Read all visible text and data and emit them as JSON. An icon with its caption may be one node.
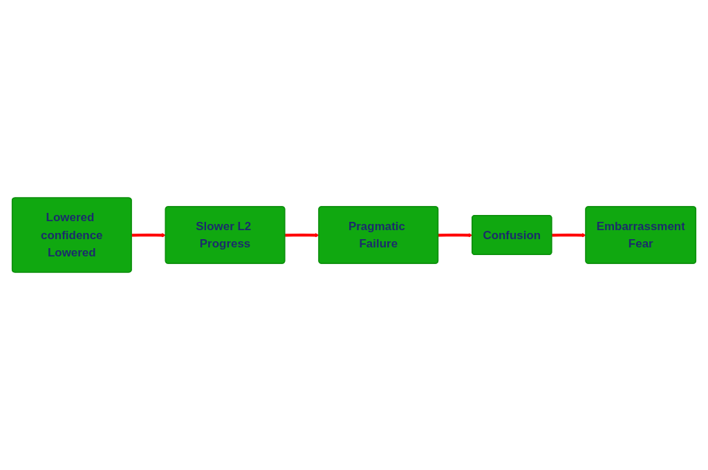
{
  "diagram": {
    "nodes": [
      {
        "text": [
          "Pragmatic Failure"
        ]
      },
      {
        "text": [
          "Slower L2 Progress"
        ]
      },
      {
        "text": [
          "Confusion"
        ]
      },
      {
        "text": [
          "Lowered confidence",
          "Lowered"
        ]
      },
      {
        "text": [
          "Embarrassment",
          "Fear"
        ]
      }
    ],
    "edges": [
      {
        "from": 1,
        "to": 0,
        "arrow": "to"
      },
      {
        "from": 0,
        "to": 2,
        "arrow": "to"
      },
      {
        "from": 2,
        "to": 4,
        "arrow": "to"
      },
      {
        "from": 3,
        "to": 1,
        "arrow": "to"
      }
    ]
  }
}
